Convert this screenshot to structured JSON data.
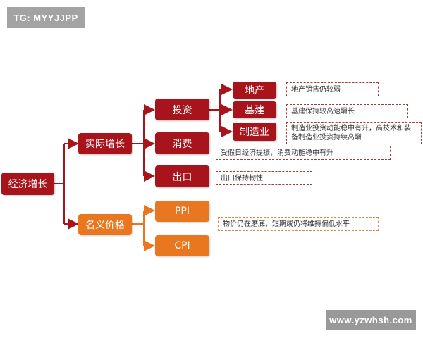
{
  "watermarks": {
    "top_left": "TG: MYYJJPP",
    "bottom_right": "www.yzwhsh.com"
  },
  "colors": {
    "dark_red": "#a8141b",
    "orange": "#e8771f",
    "note_border": "#a33a3a"
  },
  "nodes": {
    "root": "经济增长",
    "real_growth": "实际增长",
    "nominal_price": "名义价格",
    "investment": "投资",
    "consumption": "消费",
    "export": "出口",
    "real_estate": "地产",
    "infrastructure": "基建",
    "manufacturing": "制造业",
    "ppi": "PPI",
    "cpi": "CPI"
  },
  "notes": {
    "real_estate": "地产销售仍较弱",
    "infrastructure": "基建保持较高速增长",
    "manufacturing": "制造业投资动能稳中有升，高技术和装备制造业投资持续高增",
    "consumption": "受假日经济提振，消费动能稳中有升",
    "export": "出口保持韧性",
    "price": "物价仍在磨底，短期或仍将维持偏低水平"
  }
}
